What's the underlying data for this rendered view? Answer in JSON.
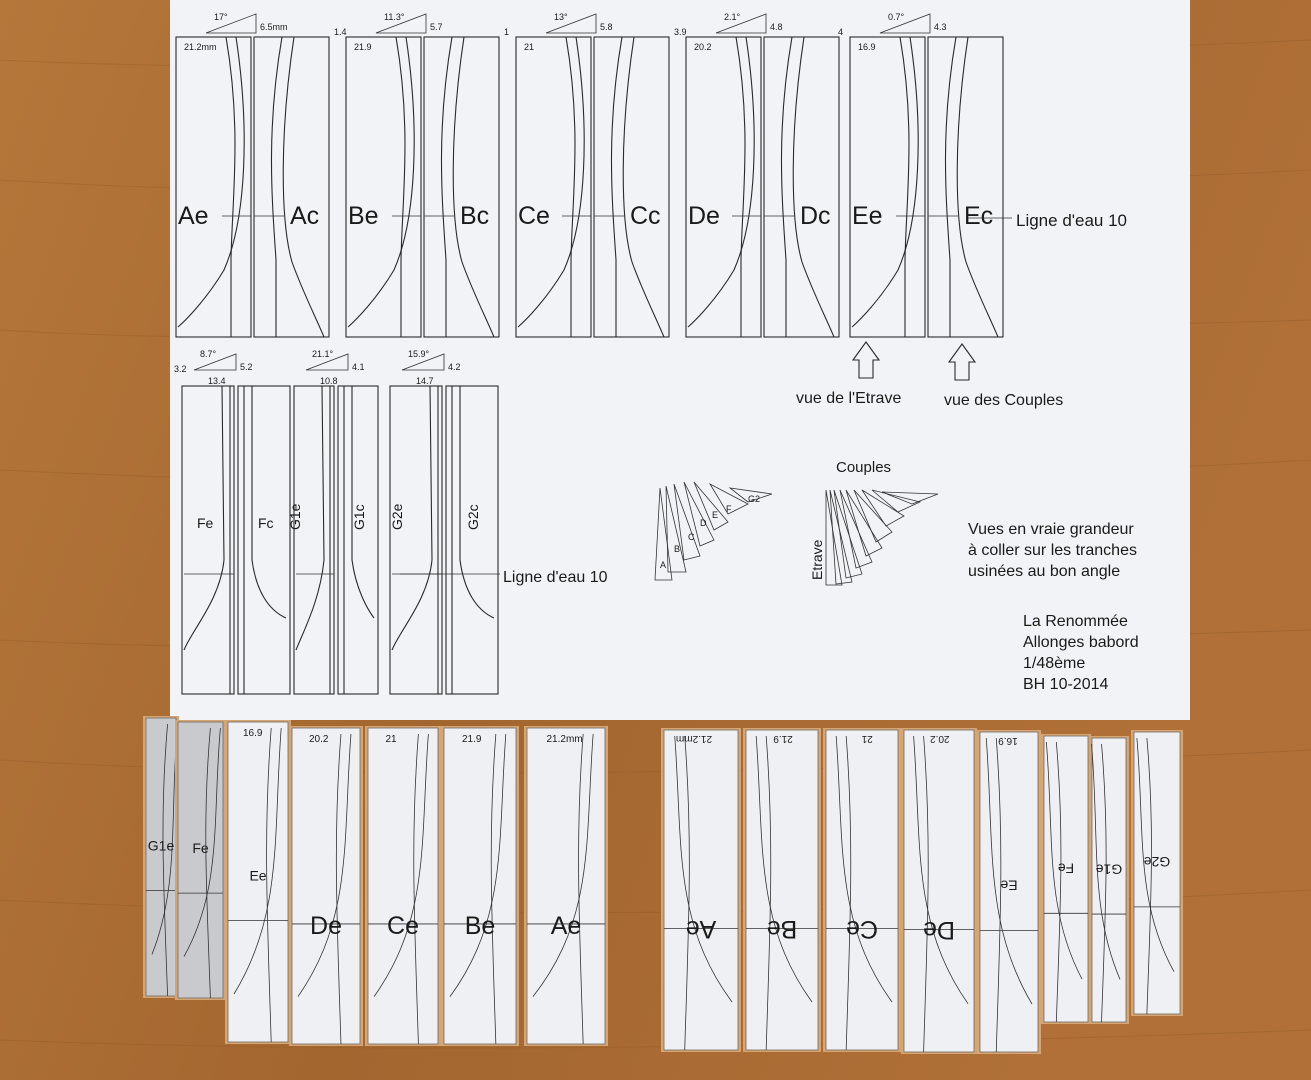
{
  "sheet": {
    "row1": [
      {
        "angle": "17°",
        "left": "",
        "right": "6.5mm",
        "width": "21.2mm",
        "e": "Ae",
        "c": "Ac"
      },
      {
        "angle": "11.3°",
        "left": "1.4",
        "right": "5.7",
        "width": "21.9",
        "e": "Be",
        "c": "Bc"
      },
      {
        "angle": "13°",
        "left": "1",
        "right": "5.8",
        "width": "21",
        "e": "Ce",
        "c": "Cc"
      },
      {
        "angle": "2.1°",
        "left": "3.9",
        "right": "4.8",
        "width": "20.2",
        "e": "De",
        "c": "Dc"
      },
      {
        "angle": "0.7°",
        "left": "4",
        "right": "4.3",
        "width": "16.9",
        "e": "Ee",
        "c": "Ec"
      }
    ],
    "row2": [
      {
        "angle": "8.7°",
        "left": "3.2",
        "right": "5.2",
        "width": "13.4",
        "e": "Fe",
        "c": "Fc"
      },
      {
        "angle": "21.1°",
        "left": "",
        "right": "4.1",
        "width": "10.8",
        "e": "G1e",
        "c": "G1c"
      },
      {
        "angle": "15.9°",
        "left": "",
        "right": "4.2",
        "width": "14.7",
        "e": "G2e",
        "c": "G2c"
      }
    ],
    "waterline_top": "Ligne d'eau 10",
    "waterline_bottom": "Ligne d'eau 10",
    "view_etrave": "vue de l'Etrave",
    "view_couples": "vue des Couples",
    "couples_label": "Couples",
    "etrave_label": "Etrave",
    "fan_letters": [
      "A",
      "B",
      "C",
      "D",
      "E",
      "F",
      "G2"
    ],
    "notes": [
      "Vues en vraie grandeur",
      "à coller sur les tranches",
      "usinées au bon angle"
    ],
    "title_block": [
      "La Renommée",
      "Allonges babord",
      "1/48ème",
      "BH 10-2014"
    ]
  },
  "blocks_left": [
    {
      "label": "G1e",
      "width_text": ""
    },
    {
      "label": "Fe",
      "width_text": ""
    },
    {
      "label": "Ee",
      "width_text": "16.9"
    },
    {
      "label": "De",
      "width_text": "20.2"
    },
    {
      "label": "Ce",
      "width_text": "21"
    },
    {
      "label": "Be",
      "width_text": "21.9"
    },
    {
      "label": "Ae",
      "width_text": "21.2mm"
    }
  ],
  "blocks_right": [
    {
      "label": "Ae",
      "width_text": "21.2mm"
    },
    {
      "label": "Be",
      "width_text": "21.9"
    },
    {
      "label": "Ce",
      "width_text": "21"
    },
    {
      "label": "De",
      "width_text": "20.2"
    },
    {
      "label": "Ee",
      "width_text": "16.9"
    },
    {
      "label": "Fe",
      "width_text": ""
    },
    {
      "label": "G1e",
      "width_text": ""
    },
    {
      "label": "G2e",
      "width_text": ""
    }
  ],
  "colors": {
    "wood": "#a96a32",
    "paper": "#f2f3f7",
    "ink": "#1a1a1a",
    "block_paper": "#eef0f4"
  }
}
